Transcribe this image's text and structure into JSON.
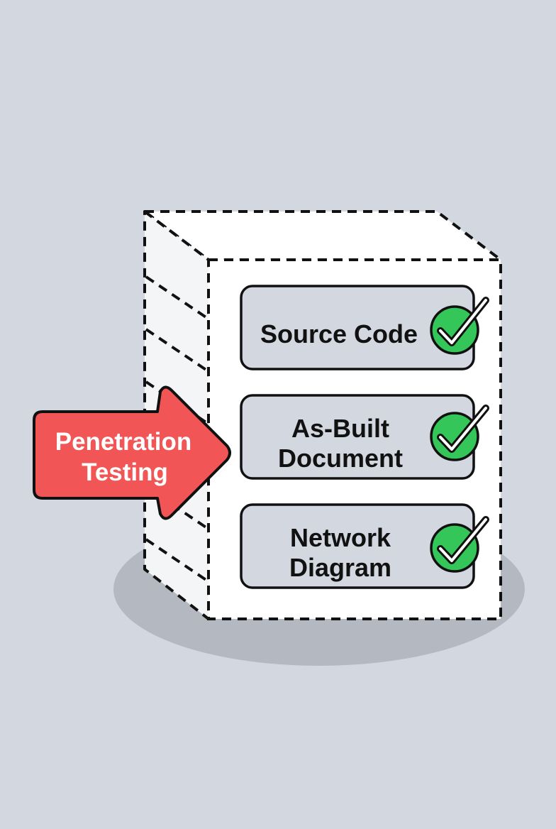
{
  "colors": {
    "background": "#d3d7df",
    "shadow": "#b4b8c1",
    "box_front": "#ffffff",
    "box_side": "#f4f5f7",
    "card_fill": "#d3d7df",
    "arrow_fill": "#f25555",
    "check_fill": "#35c659",
    "outline": "#111111"
  },
  "arrow": {
    "label_line1": "Penetration",
    "label_line2": "Testing",
    "icon": "arrow-right-icon"
  },
  "cards": [
    {
      "line1": "Source Code",
      "line2": "",
      "status_icon": "check-circle-icon"
    },
    {
      "line1": "As-Built",
      "line2": "Document",
      "status_icon": "check-circle-icon"
    },
    {
      "line1": "Network",
      "line2": "Diagram",
      "status_icon": "check-circle-icon"
    }
  ]
}
